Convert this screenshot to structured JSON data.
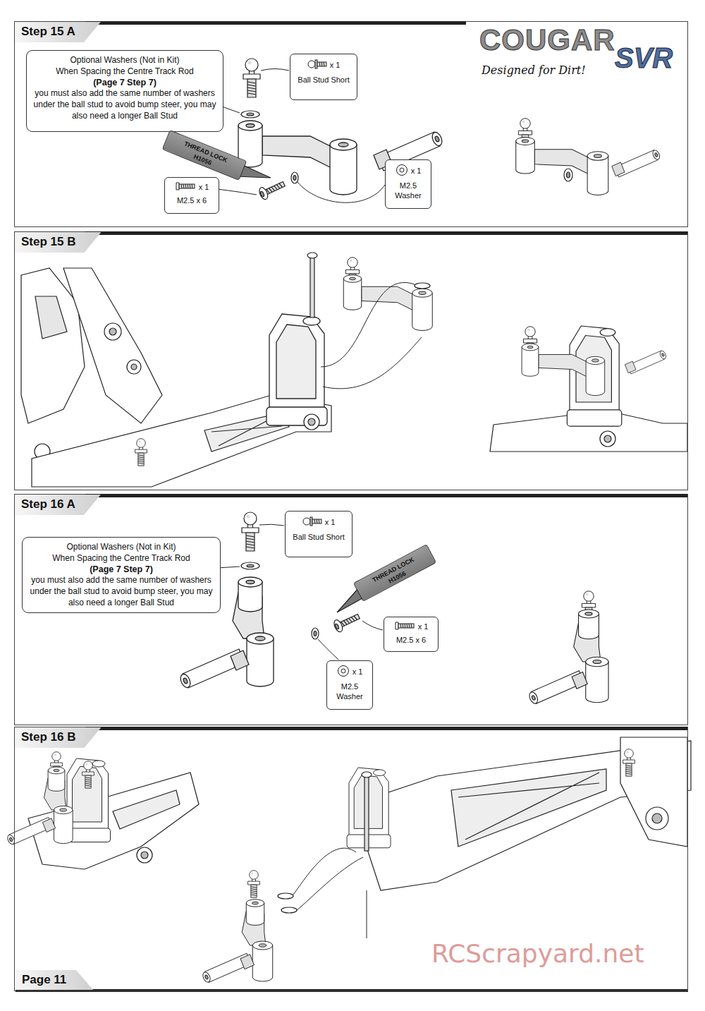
{
  "diagram": {
    "nodes": [
      {
        "text": [
          "Step 15 A"
        ]
      },
      {
        "text": [
          "Optional Washers (Not in Kit)",
          "When Spacing the Centre Track Rod",
          "(Page 7 Step 7)",
          "you must also add the same number of washers under the ball stud to avoid bump steer, you may also need a longer Ball Stud"
        ],
        "in": 0
      },
      {
        "text": [
          "x 1",
          "Ball Stud Short"
        ],
        "in": 0
      },
      {
        "text": [
          "x 1",
          "M2.5 Washer"
        ],
        "in": 0
      },
      {
        "text": [
          "x 1",
          "M2.5 x 6"
        ],
        "in": 0
      },
      {
        "text": [
          "Step 15 B"
        ]
      },
      {
        "text": [
          "Step 16 A"
        ]
      },
      {
        "text": [
          "Optional Washers (Not in Kit)",
          "When Spacing the Centre Track Rod",
          "(Page 7 Step 7)",
          "you must also add the same number of washers under the ball stud to avoid bump steer, you may also need a longer Ball Stud"
        ],
        "in": 6
      },
      {
        "text": [
          "x 1",
          "Ball Stud Short"
        ],
        "in": 6
      },
      {
        "text": [
          "x 1",
          "M2.5 x 6"
        ],
        "in": 6
      },
      {
        "text": [
          "x 1",
          "M2.5 Washer"
        ],
        "in": 6
      },
      {
        "text": [
          "Step 16 B"
        ]
      },
      {
        "text": [
          "Page 11"
        ]
      }
    ],
    "labels": [
      "COUGAR",
      "SVR",
      "Designed for Dirt!",
      "THREAD LOCK",
      "H1056",
      "THREAD LOCK",
      "H1056",
      "RCScrapyard.net"
    ]
  }
}
